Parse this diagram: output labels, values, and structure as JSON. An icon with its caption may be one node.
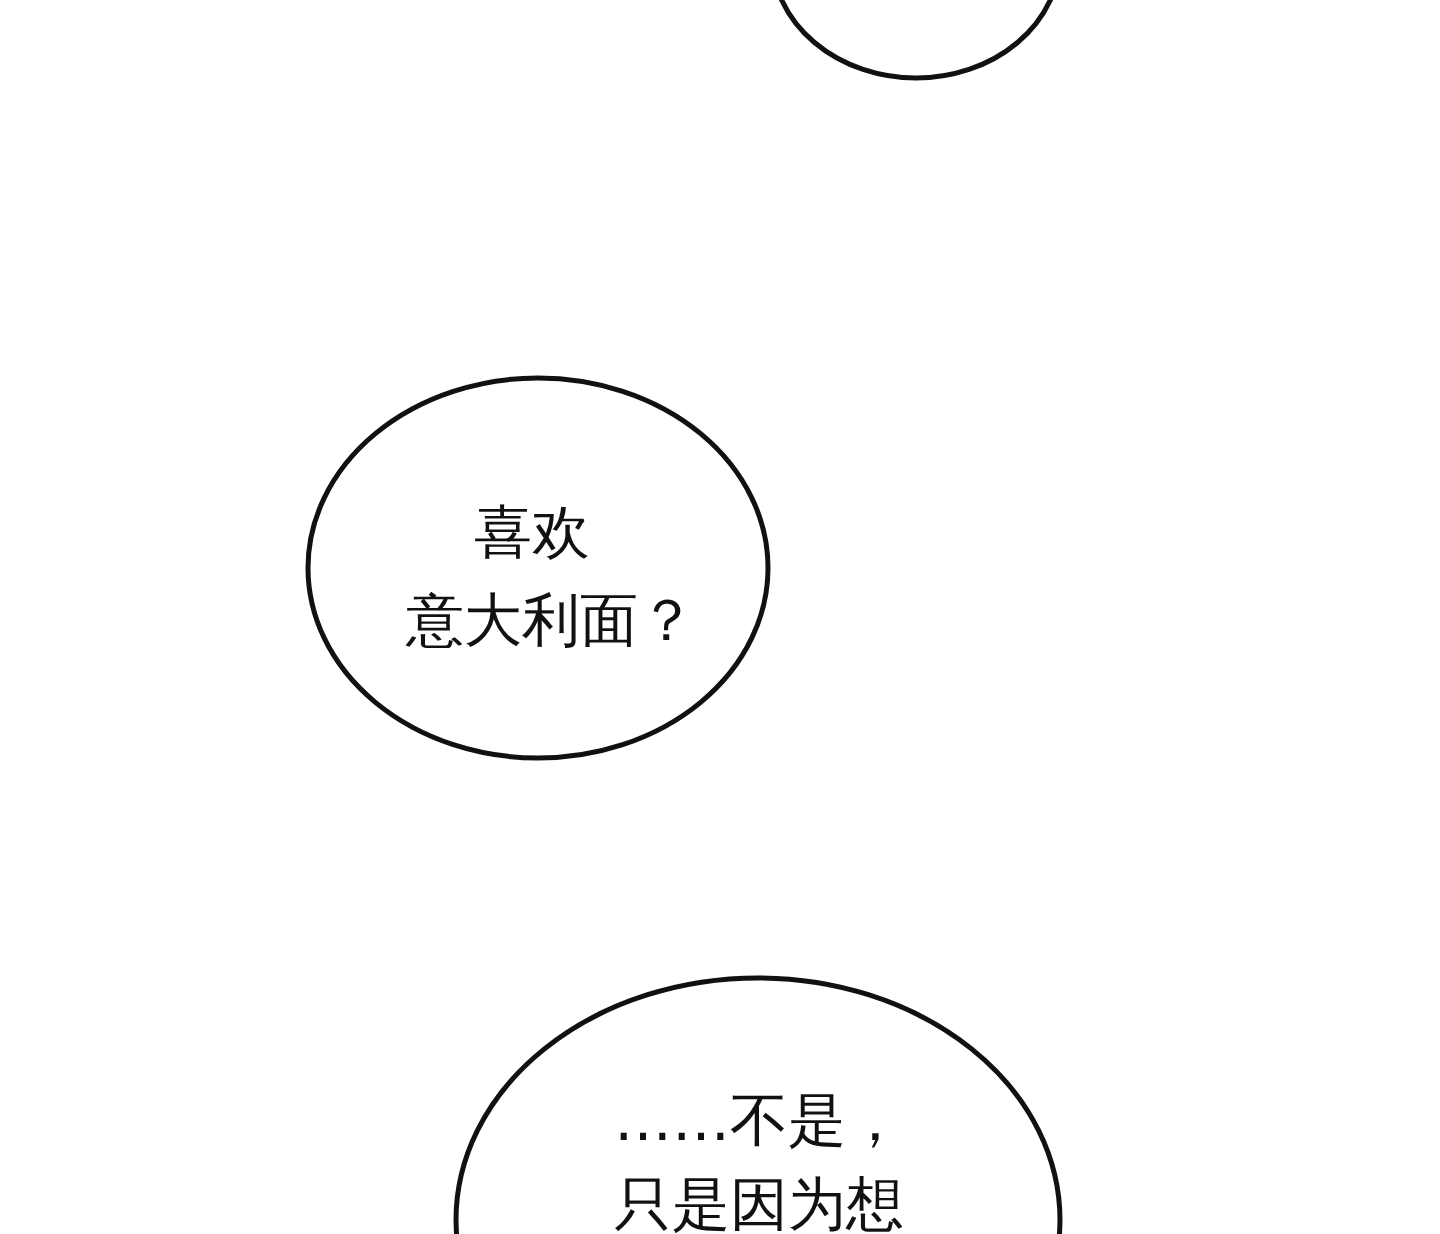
{
  "diagram": {
    "nodes": [
      {
        "text": [],
        "shape": "circle"
      },
      {
        "text": [
          "喜欢意大利面？"
        ]
      },
      {
        "text": [
          "……不是，只是因为想"
        ]
      }
    ]
  }
}
